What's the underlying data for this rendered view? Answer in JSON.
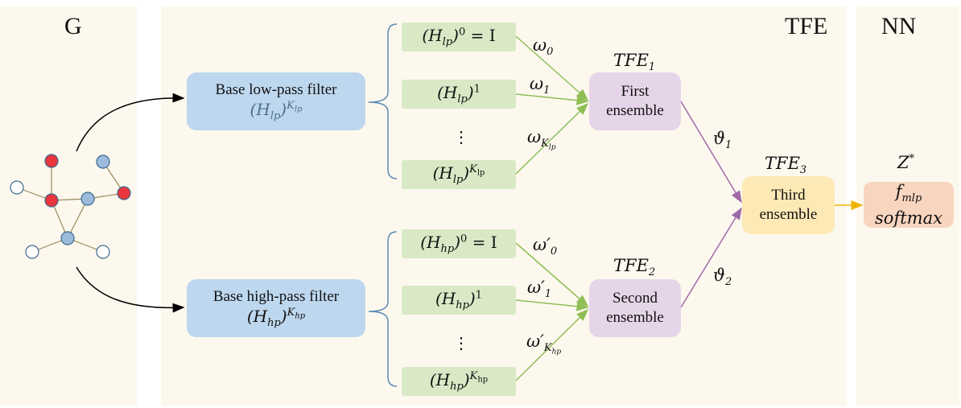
{
  "sections": {
    "g": "G",
    "tfe": "TFE",
    "nn": "NN"
  },
  "filters": {
    "low": {
      "title": "Base low-pass filter",
      "sym": "H",
      "sub": "lp",
      "sup": "K",
      "supsub": "lp"
    },
    "high": {
      "title": "Base high-pass filter",
      "sym": "H",
      "sub": "hp",
      "sup": "K",
      "supsub": "hp"
    }
  },
  "low_terms": [
    {
      "sub": "lp",
      "sup": "0",
      "tail": " = I"
    },
    {
      "sub": "lp",
      "sup": "1",
      "tail": ""
    },
    {
      "sub": "lp",
      "sup": "K",
      "supsub": "lp",
      "tail": ""
    }
  ],
  "high_terms": [
    {
      "sub": "hp",
      "sup": "0",
      "tail": " = I"
    },
    {
      "sub": "hp",
      "sup": "1",
      "tail": ""
    },
    {
      "sub": "hp",
      "sup": "K",
      "supsub": "hp",
      "tail": ""
    }
  ],
  "dots": "⋮",
  "low_weights": [
    "ω0",
    "ω1",
    "ωKlp"
  ],
  "high_weights": [
    "ω′0",
    "ω′1",
    "ω′Khp"
  ],
  "ensembles": {
    "first": {
      "title": "TFE1",
      "line1": "First",
      "line2": "ensemble"
    },
    "second": {
      "title": "TFE2",
      "line1": "Second",
      "line2": "ensemble"
    },
    "third": {
      "title": "TFE3",
      "line1": "Third",
      "line2": "ensemble"
    }
  },
  "thetas": [
    "ϑ1",
    "ϑ2"
  ],
  "output": {
    "title": "Z*",
    "line1": "f_mlp",
    "line2": "softmax"
  },
  "colors": {
    "panel": "#fcf8ee",
    "blue_box": "#bdd7ee",
    "green_box": "#d9e9c6",
    "purple_box": "#e6d4e8",
    "yellow_box": "#fde9b5",
    "orange_box": "#f8d5bf",
    "red_node": "#e8363c",
    "blue_node": "#9dbbdc",
    "green_arrow": "#8fbe55",
    "purple_arrow": "#9f6aaa",
    "yellow_arrow": "#f0b400"
  }
}
